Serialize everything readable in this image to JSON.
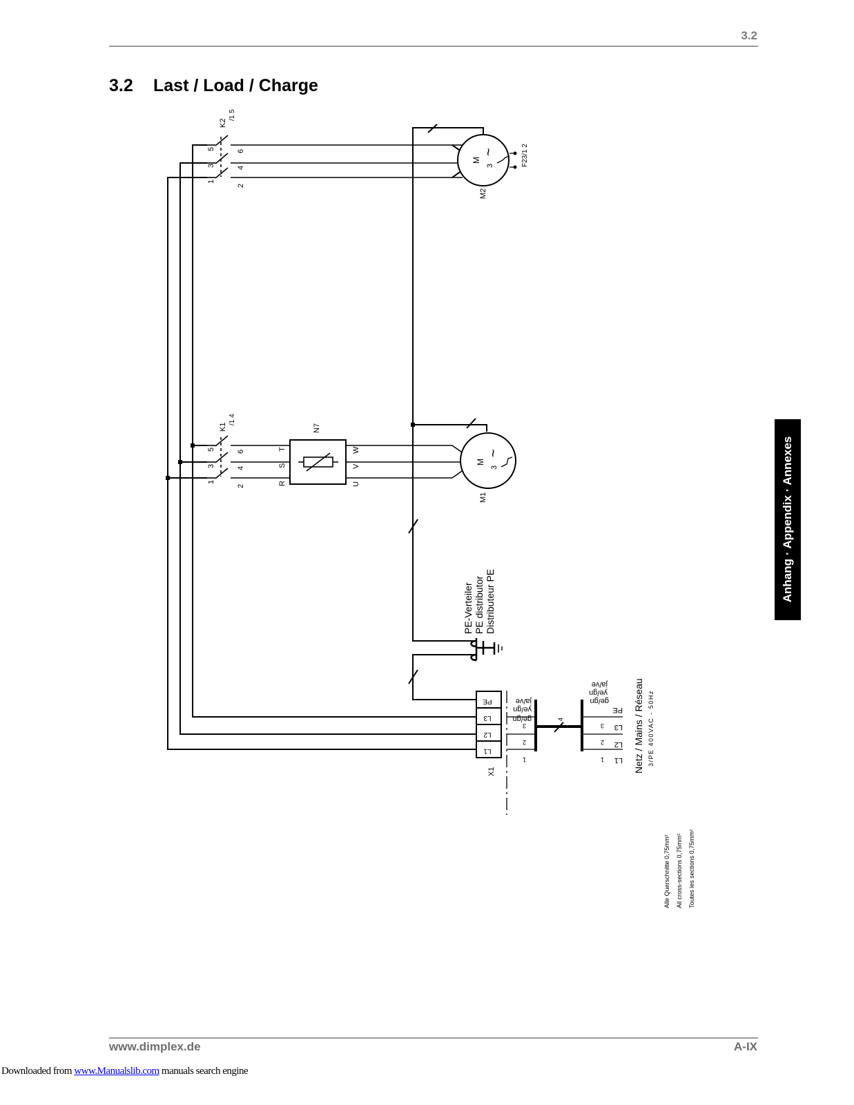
{
  "header": {
    "section_number": "3.2"
  },
  "title": {
    "number": "3.2",
    "text": "Last / Load / Charge"
  },
  "side_tab": {
    "text": "Anhang · Appendix · Annexes"
  },
  "footer": {
    "website": "www.dimplex.de",
    "page": "A-IX"
  },
  "download": {
    "prefix": "Downloaded from ",
    "link": "www.Manualslib.com",
    "suffix": " manuals search engine"
  },
  "diagram": {
    "k2": {
      "name": "K2",
      "ref": "/1 5",
      "pins_in": [
        "1",
        "3",
        "5"
      ],
      "pins_out": [
        "2",
        "4",
        "6"
      ]
    },
    "k1": {
      "name": "K1",
      "ref": "/1 4",
      "pins_in": [
        "1",
        "3",
        "5"
      ],
      "pins_out": [
        "2",
        "4",
        "6"
      ]
    },
    "n7": {
      "name": "N7",
      "in": [
        "R",
        "S",
        "T"
      ],
      "out": [
        "U",
        "V",
        "W"
      ]
    },
    "m1": {
      "name": "M1",
      "letter": "M",
      "phases": "3",
      "wave": "~"
    },
    "m2": {
      "name": "M2",
      "letter": "M",
      "phases": "3",
      "wave": "~",
      "thermal": "F23/1 2"
    },
    "pe": {
      "lines": [
        "PE-Verteiler",
        "PE distributor",
        "Distributeur PE"
      ]
    },
    "x1": {
      "name": "X1",
      "terminals": [
        "L1",
        "L2",
        "L3",
        "PE"
      ],
      "numbers": [
        "1",
        "2",
        "3"
      ],
      "color_lines": [
        "ge/gn",
        "ye/gn",
        "ja/ve"
      ]
    },
    "cable": {
      "count": "4"
    },
    "mains": {
      "title": "Netz / Mains / Réseau",
      "spec": "3/PE 400VAC - 50Hz",
      "terminals": [
        "L1",
        "L2",
        "L3",
        "PE"
      ],
      "numbers": [
        "1",
        "2",
        "3"
      ],
      "color_lines": [
        "ge/gn",
        "ye/gn",
        "ja/ve"
      ]
    },
    "notes": [
      "Alle Querschnitte 0,75mm²",
      "All cross-sections 0,75mm²",
      "Toutes les sections 0,75mm²"
    ]
  }
}
